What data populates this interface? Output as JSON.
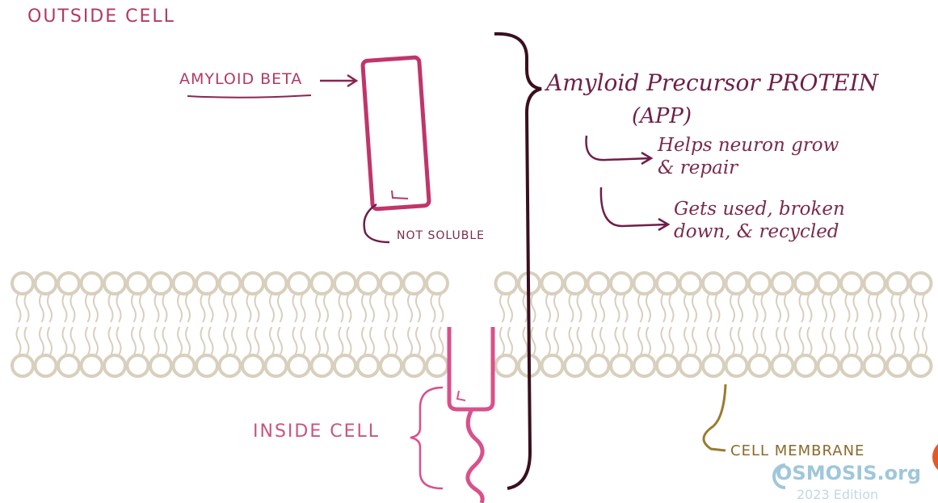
{
  "labels": {
    "outside_cell": "OUTSIDE CELL",
    "amyloid_beta": "AMYLOID BETA",
    "not_soluble": "NOT SOLUBLE",
    "inside_cell": "INSIDE CELL",
    "app_title": "Amyloid Precursor PROTEIN",
    "app_abbr": "(APP)",
    "function_1": "Helps neuron grow\n& repair",
    "function_2": "Gets used, broken\ndown, & recycled",
    "cell_membrane": "CELL MEMBRANE"
  },
  "watermark": {
    "brand": "OSMOSIS.org",
    "edition": "2023 Edition"
  },
  "colors": {
    "beta": "#c0356a",
    "app_body": "#d9508a",
    "bracket": "#3a0f1e",
    "membrane": "#d8cfbd",
    "membrane_pointer": "#9a7b2e",
    "text_dark": "#6e1f47"
  }
}
